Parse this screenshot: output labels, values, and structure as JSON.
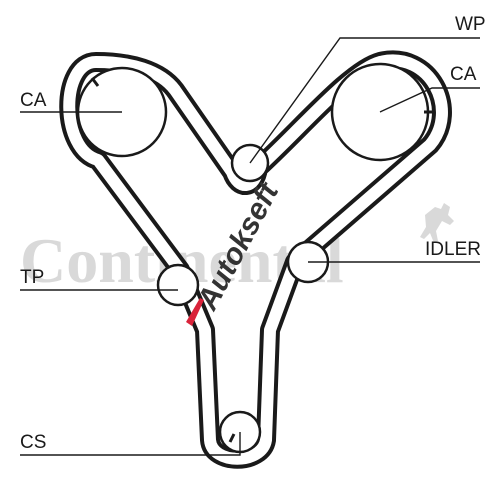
{
  "diagram": {
    "labels": {
      "wp": "WP",
      "ca_left": "CA",
      "ca_right": "CA",
      "idler": "IDLER",
      "tp": "TP",
      "cs": "CS"
    },
    "watermark": {
      "brand": "Continental",
      "seller": "Autokseft"
    },
    "colors": {
      "belt": "#1a1a1a",
      "leader": "#1a1a1a",
      "watermark_gray": "#d9d9d9",
      "watermark_red": "#d9233a"
    }
  }
}
